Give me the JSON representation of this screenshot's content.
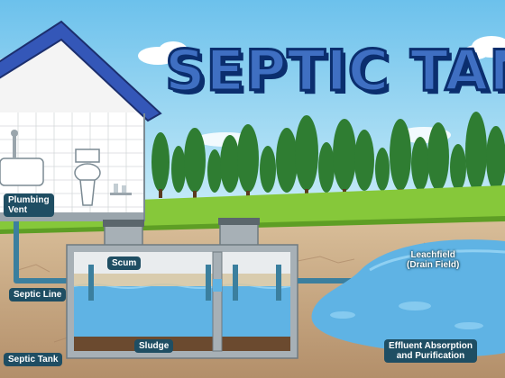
{
  "title": "SEPTIC TANK",
  "labels": {
    "plumbing_vent": "Plumbing\nVent",
    "septic_line": "Septic Line",
    "septic_tank": "Septic Tank",
    "scum": "Scum",
    "sludge": "Sludge",
    "leachfield": "Leachfield\n(Drain Field)",
    "effluent": "Effluent Absorption\nand Purification"
  },
  "colors": {
    "sky": "#8fd0ee",
    "grass": "#86c83a",
    "soil": "#c9ac8a",
    "water": "#5fb3e4",
    "tank_wall": "#9ea7ad",
    "pipe": "#3b7f9e",
    "label_bg": "#1f4e63",
    "title": "#3f6fc2"
  }
}
